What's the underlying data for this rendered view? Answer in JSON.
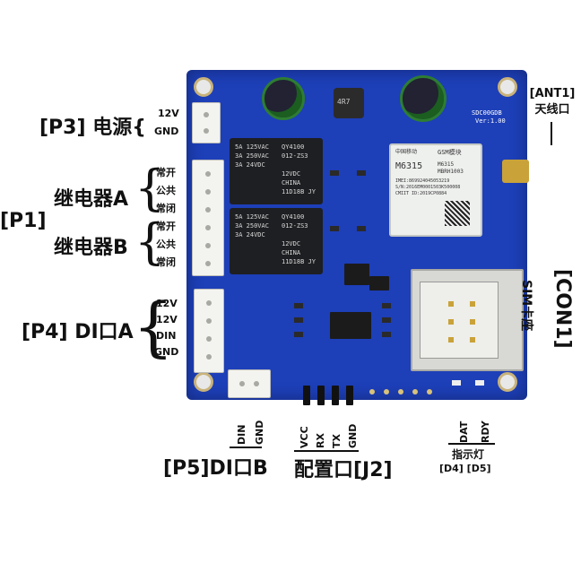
{
  "p3": {
    "tag": "[P3] 电源{",
    "pin1": "12V",
    "pin2": "GND"
  },
  "p1": {
    "tag": "[P1]"
  },
  "relay_a": {
    "label": "继电器A",
    "pins": [
      "常开",
      "公共",
      "常闭"
    ]
  },
  "relay_b": {
    "label": "继电器B",
    "pins": [
      "常开",
      "公共",
      "常闭"
    ]
  },
  "p4": {
    "tag": "[P4] DI口A",
    "pins": [
      "12V",
      "12V",
      "DIN",
      "GND"
    ]
  },
  "p5": {
    "tag": "[P5]DI口B",
    "pins": [
      "DIN",
      "GND"
    ]
  },
  "j2": {
    "tag": "配置口[J2]",
    "pins": [
      "VCC",
      "RX",
      "TX",
      "GND"
    ]
  },
  "indicator": {
    "pins": [
      "DAT",
      "RDY"
    ],
    "label": "指示灯",
    "leds": "[D4]  [D5]"
  },
  "ant1": {
    "tag": "[ANT1]",
    "label": "天线口"
  },
  "con1": {
    "tag": "[CON1]",
    "label": "SIM卡座"
  },
  "board": {
    "model": "SDC00GDB",
    "version": "Ver:1.00",
    "relay_text": [
      "QY4100",
      "012-ZS3",
      "5A 125VAC",
      "3A 250VAC",
      "3A 24VDC",
      "12VDC",
      "CHINA",
      "11D18B JY"
    ],
    "module_text": [
      "中国移动",
      "GSM模块",
      "M6315",
      "M6315",
      "MBRH1003",
      "IMEI:869924045053219",
      "S/N:2016EM0001503K500008",
      "CMIIT ID:2019CP0884"
    ],
    "inductor": "4R7"
  }
}
